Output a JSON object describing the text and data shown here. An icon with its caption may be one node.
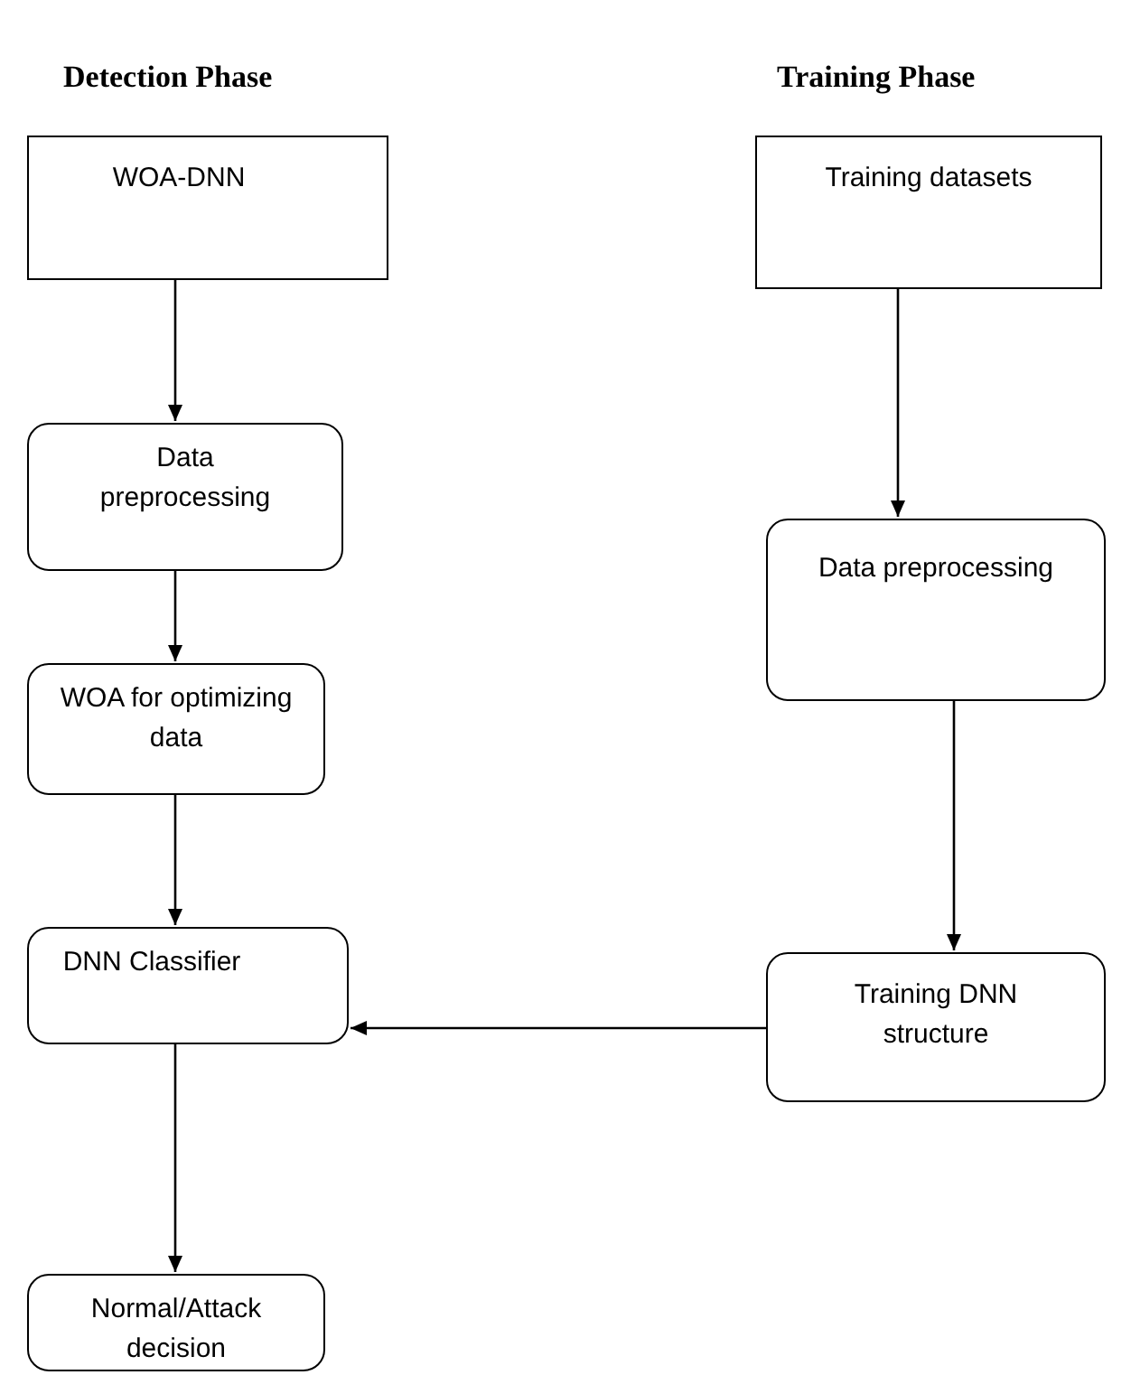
{
  "diagram": {
    "nodes": [
      {
        "text": [
          "WOA-DNN"
        ]
      },
      {
        "text": [
          "Data preprocessing"
        ]
      },
      {
        "text": [
          "WOA for optimizing data"
        ]
      },
      {
        "text": [
          "DNN Classifier"
        ]
      },
      {
        "text": [
          "Normal/Attack decision"
        ]
      },
      {
        "text": [
          "Training datasets"
        ]
      },
      {
        "text": [
          "Data preprocessing"
        ]
      },
      {
        "text": [
          "Training DNN structure"
        ]
      }
    ],
    "edges": [
      {
        "from": 0,
        "to": 1,
        "arrow": "to"
      },
      {
        "from": 1,
        "to": 2,
        "arrow": "to"
      },
      {
        "from": 2,
        "to": 3,
        "arrow": "to"
      },
      {
        "from": 3,
        "to": 4,
        "arrow": "to"
      },
      {
        "from": 5,
        "to": 6,
        "arrow": "to"
      },
      {
        "from": 6,
        "to": 7,
        "arrow": "to"
      },
      {
        "from": 7,
        "to": 3,
        "arrow": "to"
      }
    ],
    "labels": [
      "Detection Phase",
      "Training Phase"
    ]
  }
}
